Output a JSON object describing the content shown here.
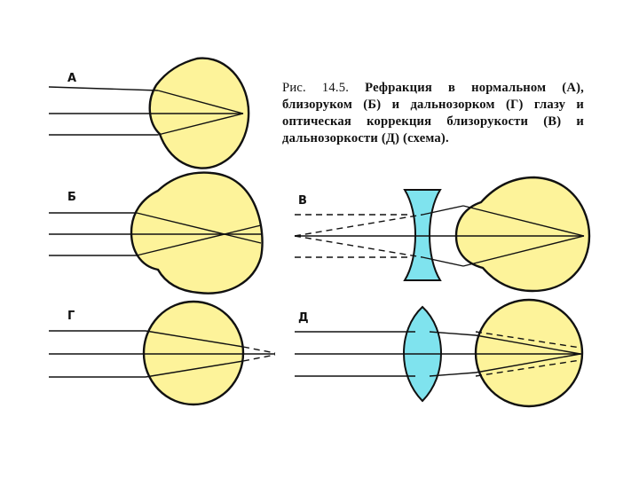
{
  "caption": {
    "lead": "Рис. 14.5.",
    "text": "Рефракция в нормальном (А), близоруком (Б) и дальнозорком (Г) глазу и оптическая коррекция близорукости (В) и дальнозоркости (Д) (схема)."
  },
  "panels": [
    {
      "id": "A",
      "label": "А",
      "eye_shape": "normal",
      "lens": null,
      "focus": "on retina"
    },
    {
      "id": "B",
      "label": "Б",
      "eye_shape": "elongated",
      "lens": null,
      "focus": "in front of retina"
    },
    {
      "id": "G",
      "label": "Г",
      "eye_shape": "shortened",
      "lens": null,
      "focus": "behind retina"
    },
    {
      "id": "V",
      "label": "В",
      "eye_shape": "elongated",
      "lens": "concave",
      "focus": "on retina"
    },
    {
      "id": "D",
      "label": "Д",
      "eye_shape": "shortened",
      "lens": "convex",
      "focus": "on retina"
    }
  ],
  "colors": {
    "eye_fill": "#fdf39a",
    "lens_fill": "#7fe3ee",
    "line": "#111111"
  }
}
